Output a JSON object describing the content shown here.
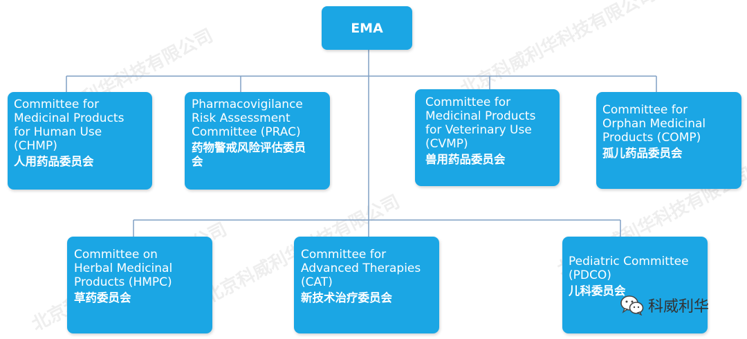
{
  "root": {
    "label": "EMA"
  },
  "committees": {
    "chmp": {
      "en": "Committee for\nMedicinal Products\nfor Human Use\n(CHMP)",
      "zh": "人用药品委员会"
    },
    "prac": {
      "en": "Pharmacovigilance\nRisk Assessment\nCommittee (PRAC)",
      "zh": "药物警戒风险评估委员会"
    },
    "cvmp": {
      "en": "Committee for\nMedicinal Products\nfor Veterinary Use\n(CVMP)",
      "zh": "兽用药品委员会"
    },
    "comp": {
      "en": "Committee for\nOrphan Medicinal\nProducts (COMP)",
      "zh": "孤儿药品委员会"
    },
    "hmpc": {
      "en": "Committee on\nHerbal Medicinal\nProducts (HMPC)",
      "zh": "草药委员会"
    },
    "cat": {
      "en": "Committee for\nAdvanced Therapies\n(CAT)",
      "zh": "新技术治疗委员会"
    },
    "pdco": {
      "en": "Pediatric Committee\n(PDCO)",
      "zh": "儿科委员会"
    }
  },
  "watermark": {
    "text": "北京科威利华科技有限公司"
  },
  "wechat": {
    "label": "科威利华",
    "icon": "wechat-icon"
  },
  "colors": {
    "box": "#1ba6e4",
    "line": "#7f9fc4",
    "text": "#ffffff"
  }
}
